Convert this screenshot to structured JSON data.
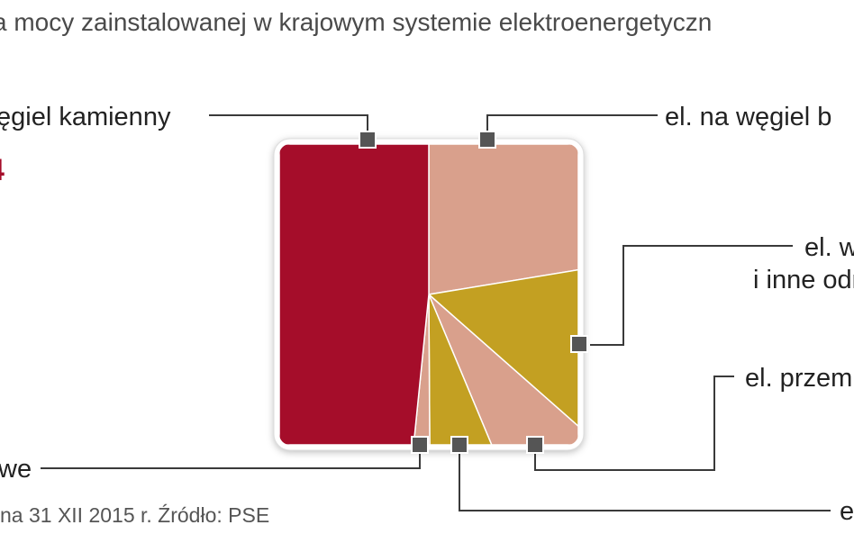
{
  "title": "a mocy zainstalowanej w krajowym systemie elektroenergetyczn",
  "accent_text": "4",
  "footer": "na 31 XII 2015 r. Źródło: PSE",
  "chart_data": {
    "type": "pie",
    "shape": "square",
    "note_estimated": true,
    "slices": [
      {
        "label": "el. na węgiel b",
        "share": 22.4,
        "color": "#d9a08c"
      },
      {
        "label": "el. w\ni inne odn",
        "share": 14.1,
        "color": "#c3a022"
      },
      {
        "label": "el. przem",
        "share": 7.2,
        "color": "#d9a08c"
      },
      {
        "label": "e",
        "share": 6.2,
        "color": "#c3a022"
      },
      {
        "label": "we",
        "share": 1.7,
        "color": "#d9a08c"
      },
      {
        "label": "ęgiel kamienny",
        "share": 48.4,
        "color": "#a50d2a"
      }
    ]
  },
  "labels": {
    "hard_coal": "ęgiel kamienny",
    "lignite": "el. na węgiel b",
    "wind_line1": "el. w",
    "wind_line2": "i inne odn",
    "industrial": "el. przem",
    "e_label": "e",
    "we_label": "we"
  }
}
